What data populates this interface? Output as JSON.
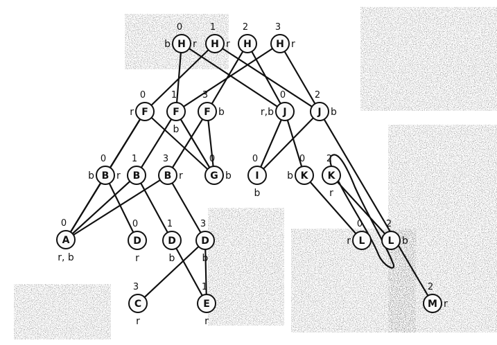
{
  "nodes": [
    {
      "id": "h0",
      "label": "H",
      "num": "0",
      "left": "b",
      "right": "r"
    },
    {
      "id": "h1",
      "label": "H",
      "num": "1",
      "right": "r"
    },
    {
      "id": "h2",
      "label": "H",
      "num": "2"
    },
    {
      "id": "h3",
      "label": "H",
      "num": "3",
      "right": "r"
    },
    {
      "id": "f0",
      "label": "F",
      "num": "0",
      "left": "r"
    },
    {
      "id": "f1",
      "label": "F",
      "num": "1",
      "below": "b"
    },
    {
      "id": "f3",
      "label": "F",
      "num": "3",
      "right": "b"
    },
    {
      "id": "j0",
      "label": "J",
      "num": "0",
      "left": "r,b"
    },
    {
      "id": "j2",
      "label": "J",
      "num": "2",
      "right": "b"
    },
    {
      "id": "b0",
      "label": "B",
      "num": "0",
      "left": "b",
      "right": "r"
    },
    {
      "id": "b1",
      "label": "B",
      "num": "1"
    },
    {
      "id": "b3",
      "label": "B",
      "num": "3",
      "right": "r"
    },
    {
      "id": "g0",
      "label": "G",
      "num": "0",
      "right": "b"
    },
    {
      "id": "i0",
      "label": "I",
      "num": "0",
      "below": "b"
    },
    {
      "id": "k0",
      "label": "K",
      "num": "0",
      "left": "b"
    },
    {
      "id": "k2",
      "label": "K",
      "num": "2",
      "below": "r"
    },
    {
      "id": "a0",
      "label": "A",
      "num": "0",
      "below": "r, b"
    },
    {
      "id": "d0",
      "label": "D",
      "num": "0",
      "below": "r"
    },
    {
      "id": "d1",
      "label": "D",
      "num": "1",
      "below": "b"
    },
    {
      "id": "d3",
      "label": "D",
      "num": "3",
      "below": "b"
    },
    {
      "id": "l0",
      "label": "L",
      "num": "0",
      "left": "r"
    },
    {
      "id": "l2",
      "label": "L",
      "num": "2",
      "right": "b"
    },
    {
      "id": "c3",
      "label": "C",
      "num": "3",
      "below": "r"
    },
    {
      "id": "e1",
      "label": "E",
      "num": "1",
      "below": "r"
    },
    {
      "id": "m2",
      "label": "M",
      "num": "2",
      "right": "r"
    }
  ],
  "edges": [
    [
      "h0",
      "f1"
    ],
    [
      "h0",
      "j0"
    ],
    [
      "h1",
      "f0"
    ],
    [
      "h1",
      "j2"
    ],
    [
      "h2",
      "f3"
    ],
    [
      "h2",
      "j0"
    ],
    [
      "h3",
      "f1"
    ],
    [
      "h3",
      "j2"
    ],
    [
      "f0",
      "b0"
    ],
    [
      "f0",
      "a0"
    ],
    [
      "f0",
      "g0"
    ],
    [
      "f1",
      "b1"
    ],
    [
      "f1",
      "g0"
    ],
    [
      "f3",
      "b3"
    ],
    [
      "f3",
      "g0"
    ],
    [
      "j0",
      "i0"
    ],
    [
      "j0",
      "k0"
    ],
    [
      "j2",
      "i0"
    ],
    [
      "j2",
      "m2"
    ],
    [
      "b0",
      "a0"
    ],
    [
      "b0",
      "d0"
    ],
    [
      "b1",
      "a0"
    ],
    [
      "b1",
      "d1"
    ],
    [
      "b3",
      "a0"
    ],
    [
      "b3",
      "d3"
    ],
    [
      "k0",
      "l0"
    ],
    [
      "k2",
      "l2"
    ],
    [
      "d1",
      "e1"
    ],
    [
      "d3",
      "c3"
    ],
    [
      "d3",
      "e1"
    ]
  ]
}
